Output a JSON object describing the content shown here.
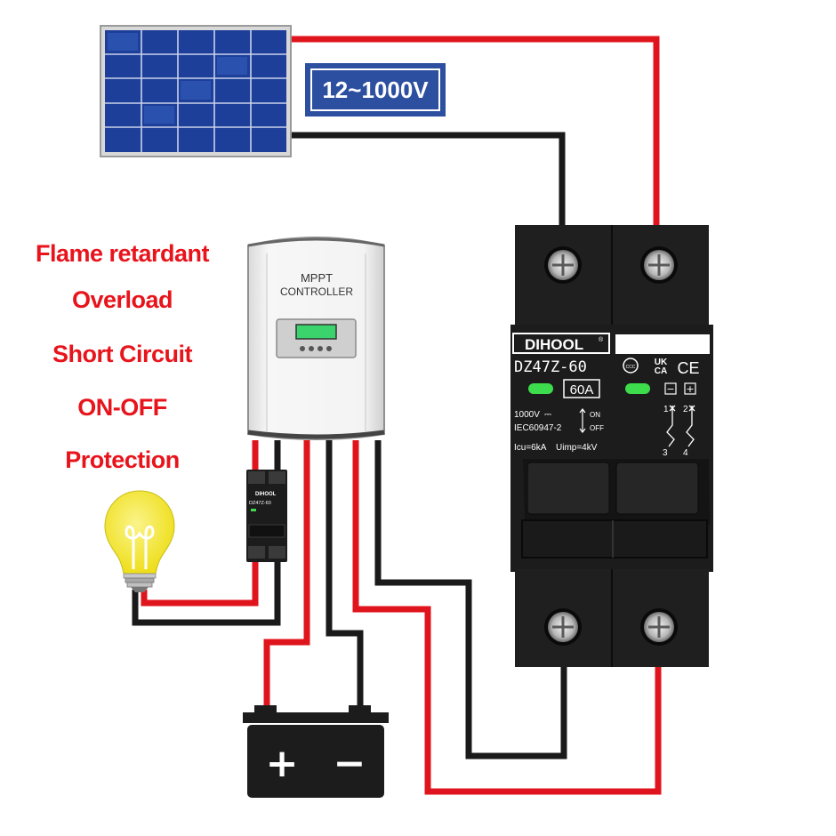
{
  "voltage_label": "12~1000V",
  "features": [
    "Flame retardant",
    "Overload",
    "Short Circuit",
    "ON-OFF",
    "Protection"
  ],
  "controller": {
    "line1": "MPPT",
    "line2": "CONTROLLER"
  },
  "breaker": {
    "brand": "DIHOOL",
    "registered": "®",
    "model": "DZ47Z-60",
    "rating": "60A",
    "voltage": "1000V",
    "dc_symbol": "⎓",
    "standard": "IEC60947-2",
    "on": "ON",
    "off": "OFF",
    "icu": "Icu=6kA",
    "uimp": "Uimp=4kV",
    "ukca_top": "UK",
    "ukca_bottom": "CA",
    "ce": "CE",
    "ccc": "CCC",
    "minus": "−",
    "plus": "+",
    "pole1": "1",
    "pole2": "2",
    "pole3": "3",
    "pole4": "4"
  },
  "small_breaker": {
    "brand": "DIHOOL",
    "model": "DZ47Z-60"
  },
  "battery": {
    "plus": "+",
    "minus": "−"
  },
  "colors": {
    "positive_wire": "#e0141c",
    "negative_wire": "#1a1a1a",
    "label_red": "#e8141c",
    "voltage_box": "#2c4fa0",
    "panel_blue": "#1d3f9a",
    "breaker_body": "#1c1c1c",
    "indicator_green": "#3ddc4c",
    "bulb_yellow": "#f4ea3a"
  }
}
